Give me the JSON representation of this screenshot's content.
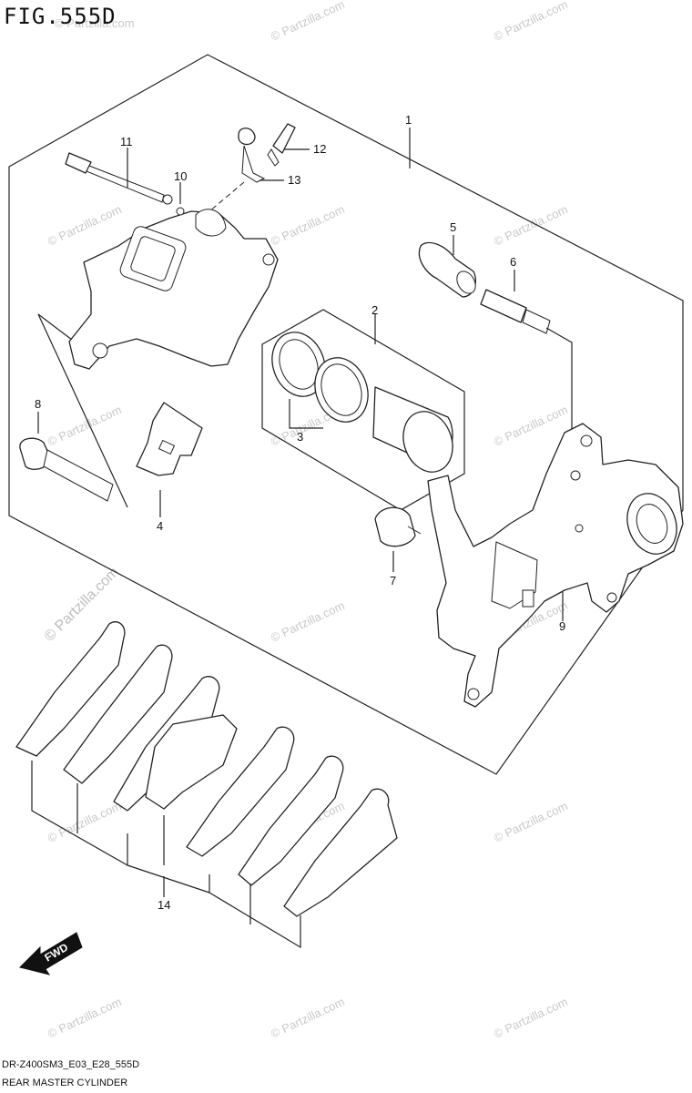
{
  "figure": {
    "title": "FIG.555D",
    "model_code": "DR-Z400SM3_E03_E28_555D",
    "caption": "REAR MASTER CYLINDER"
  },
  "callouts": [
    "1",
    "2",
    "3",
    "4",
    "5",
    "6",
    "7",
    "8",
    "9",
    "10",
    "11",
    "12",
    "13",
    "14"
  ],
  "watermark": {
    "text": "© Partzilla.com"
  },
  "fwd_label": "FWD"
}
